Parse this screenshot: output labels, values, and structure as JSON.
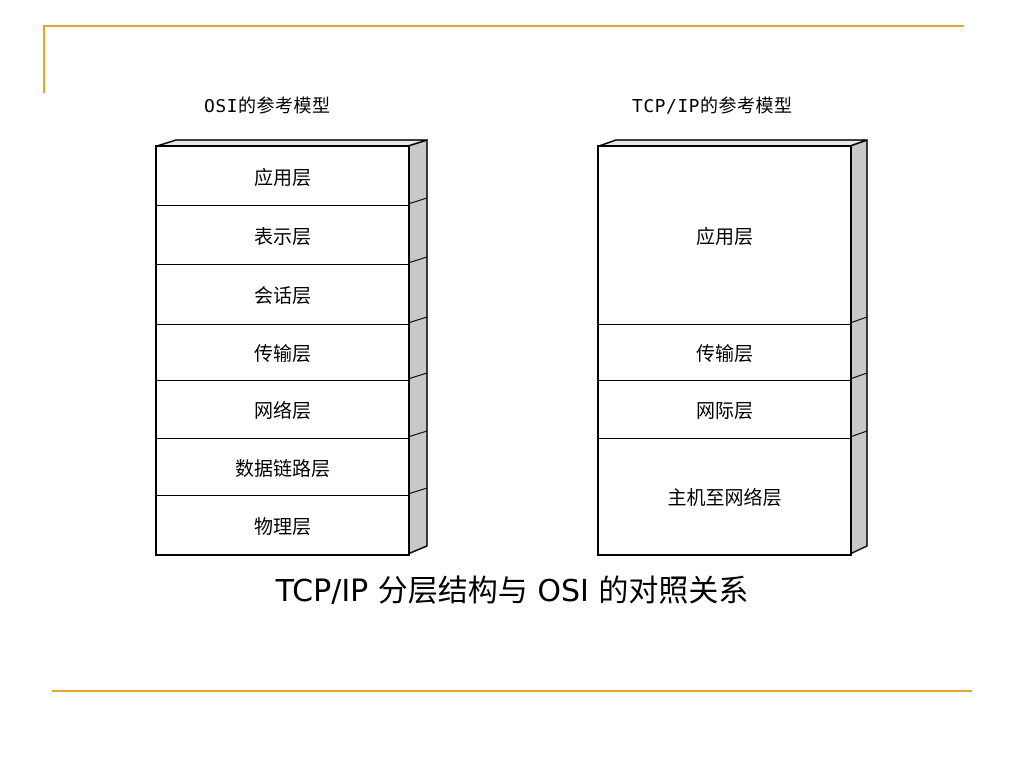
{
  "osi_model": {
    "title": "OSI的参考模型",
    "layers": [
      "应用层",
      "表示层",
      "会话层",
      "传输层",
      "网络层",
      "数据链路层",
      "物理层"
    ]
  },
  "tcpip_model": {
    "title": "TCP/IP的参考模型",
    "layers": [
      "应用层",
      "传输层",
      "网际层",
      "主机至网络层"
    ]
  },
  "caption": "TCP/IP 分层结构与 OSI 的对照关系",
  "colors": {
    "accent_rule": "#e2a72a",
    "side_face": "#c8c8c8",
    "top_face": "#e8e8e8",
    "border": "#000000"
  }
}
